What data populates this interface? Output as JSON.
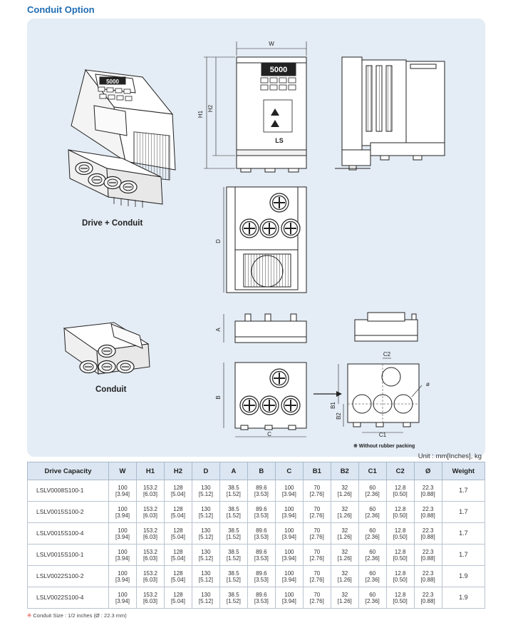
{
  "title": "Conduit Option",
  "captions": {
    "drive_conduit": "Drive + Conduit",
    "conduit": "Conduit"
  },
  "drawing": {
    "dims": {
      "W": "W",
      "H1": "H1",
      "H2": "H2",
      "D": "D",
      "A": "A",
      "B": "B",
      "C": "C",
      "B1": "B1",
      "B2": "B2",
      "C1": "C1",
      "C2": "C2",
      "phi": "ø"
    },
    "display_text": "5000",
    "note": "※ Without rubber packing"
  },
  "unit": "Unit : mm[Inches], kg",
  "table": {
    "headers": [
      "Drive Capacity",
      "W",
      "H1",
      "H2",
      "D",
      "A",
      "B",
      "C",
      "B1",
      "B2",
      "C1",
      "C2",
      "Ø",
      "Weight"
    ],
    "rows": [
      {
        "model": "LSLV0008S100-1",
        "vals": [
          [
            "100",
            "[3.94]"
          ],
          [
            "153.2",
            "[6.03]"
          ],
          [
            "128",
            "[5.04]"
          ],
          [
            "130",
            "[5.12]"
          ],
          [
            "38.5",
            "[1.52]"
          ],
          [
            "89.6",
            "[3.53]"
          ],
          [
            "100",
            "[3.94]"
          ],
          [
            "70",
            "[2.76]"
          ],
          [
            "32",
            "[1.26]"
          ],
          [
            "60",
            "[2.36]"
          ],
          [
            "12.8",
            "[0.50]"
          ],
          [
            "22.3",
            "[0.88]"
          ]
        ],
        "weight": "1.7"
      },
      {
        "model": "LSLV0015S100-2",
        "vals": [
          [
            "100",
            "[3.94]"
          ],
          [
            "153.2",
            "[6.03]"
          ],
          [
            "128",
            "[5.04]"
          ],
          [
            "130",
            "[5.12]"
          ],
          [
            "38.5",
            "[1.52]"
          ],
          [
            "89.6",
            "[3.53]"
          ],
          [
            "100",
            "[3.94]"
          ],
          [
            "70",
            "[2.76]"
          ],
          [
            "32",
            "[1.26]"
          ],
          [
            "60",
            "[2.36]"
          ],
          [
            "12.8",
            "[0.50]"
          ],
          [
            "22.3",
            "[0.88]"
          ]
        ],
        "weight": "1.7"
      },
      {
        "model": "LSLV0015S100-4",
        "vals": [
          [
            "100",
            "[3.94]"
          ],
          [
            "153.2",
            "[6.03]"
          ],
          [
            "128",
            "[5.04]"
          ],
          [
            "130",
            "[5.12]"
          ],
          [
            "38.5",
            "[1.52]"
          ],
          [
            "89.6",
            "[3.53]"
          ],
          [
            "100",
            "[3.94]"
          ],
          [
            "70",
            "[2.76]"
          ],
          [
            "32",
            "[1.26]"
          ],
          [
            "60",
            "[2.36]"
          ],
          [
            "12.8",
            "[0.50]"
          ],
          [
            "22.3",
            "[0.88]"
          ]
        ],
        "weight": "1.7"
      },
      {
        "model": "LSLV0015S100-1",
        "vals": [
          [
            "100",
            "[3.94]"
          ],
          [
            "153.2",
            "[6.03]"
          ],
          [
            "128",
            "[5.04]"
          ],
          [
            "130",
            "[5.12]"
          ],
          [
            "38.5",
            "[1.52]"
          ],
          [
            "89.6",
            "[3.53]"
          ],
          [
            "100",
            "[3.94]"
          ],
          [
            "70",
            "[2.76]"
          ],
          [
            "32",
            "[1.26]"
          ],
          [
            "60",
            "[2.36]"
          ],
          [
            "12.8",
            "[0.50]"
          ],
          [
            "22.3",
            "[0.88]"
          ]
        ],
        "weight": "1.7"
      },
      {
        "model": "LSLV0022S100-2",
        "vals": [
          [
            "100",
            "[3.94]"
          ],
          [
            "153.2",
            "[6.03]"
          ],
          [
            "128",
            "[5.04]"
          ],
          [
            "130",
            "[5.12]"
          ],
          [
            "38.5",
            "[1.52]"
          ],
          [
            "89.6",
            "[3.53]"
          ],
          [
            "100",
            "[3.94]"
          ],
          [
            "70",
            "[2.76]"
          ],
          [
            "32",
            "[1.26]"
          ],
          [
            "60",
            "[2.36]"
          ],
          [
            "12.8",
            "[0.50]"
          ],
          [
            "22.3",
            "[0.88]"
          ]
        ],
        "weight": "1.9"
      },
      {
        "model": "LSLV0022S100-4",
        "vals": [
          [
            "100",
            "[3.94]"
          ],
          [
            "153.2",
            "[6.03]"
          ],
          [
            "128",
            "[5.04]"
          ],
          [
            "130",
            "[5.12]"
          ],
          [
            "38.5",
            "[1.52]"
          ],
          [
            "89.6",
            "[3.53]"
          ],
          [
            "100",
            "[3.94]"
          ],
          [
            "70",
            "[2.76]"
          ],
          [
            "32",
            "[1.26]"
          ],
          [
            "60",
            "[2.36]"
          ],
          [
            "12.8",
            "[0.50]"
          ],
          [
            "22.3",
            "[0.88]"
          ]
        ],
        "weight": "1.9"
      }
    ]
  },
  "footnote": {
    "mark": "※",
    "text": "Conduit Size : 1/2 inches (Ø : 22.3 mm)"
  },
  "colors": {
    "title": "#1f6db3",
    "panel": "#e4ecf5",
    "header": "#dbe6f2",
    "footnote_mark": "#dd3333"
  }
}
